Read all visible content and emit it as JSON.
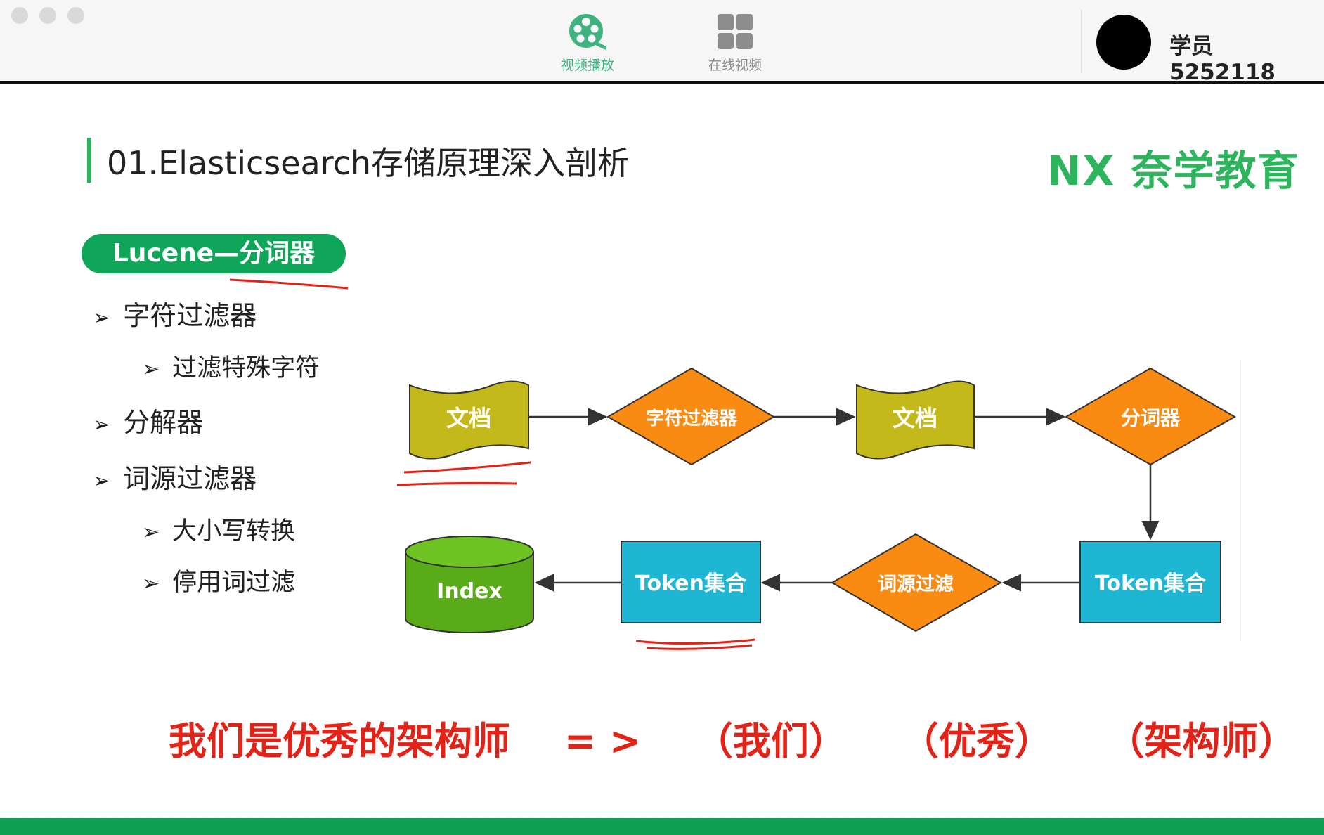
{
  "app": {
    "tabs": [
      {
        "label": "视频播放",
        "icon": "film-reel-icon",
        "active": true
      },
      {
        "label": "在线视频",
        "icon": "grid-icon",
        "active": false
      }
    ],
    "user": {
      "name": "学员 5252118"
    },
    "colors": {
      "accent": "#3fb37f",
      "brand_green": "#2db55d"
    }
  },
  "slide": {
    "title": "01.Elasticsearch存储原理深入剖析",
    "logo": "NX 奈学教育",
    "section_pill": "Lucene—分词器",
    "bullets": [
      {
        "text": "字符过滤器",
        "level": 1
      },
      {
        "text": "过滤特殊字符",
        "level": 2
      },
      {
        "text": "分解器",
        "level": 1
      },
      {
        "text": "词源过滤器",
        "level": 1
      },
      {
        "text": "大小写转换",
        "level": 2
      },
      {
        "text": "停用词过滤",
        "level": 2
      }
    ],
    "flow": {
      "doc1": "文档",
      "char_filter": "字符过滤器",
      "doc2": "文档",
      "tokenizer": "分词器",
      "token_set_right": "Token集合",
      "token_filter": "词源过滤",
      "token_set_left": "Token集合",
      "index": "Index"
    },
    "example": {
      "sentence": "我们是优秀的架构师",
      "arrow": "= >",
      "tokens": [
        "（我们）",
        "（优秀）",
        "（架构师）"
      ]
    }
  }
}
